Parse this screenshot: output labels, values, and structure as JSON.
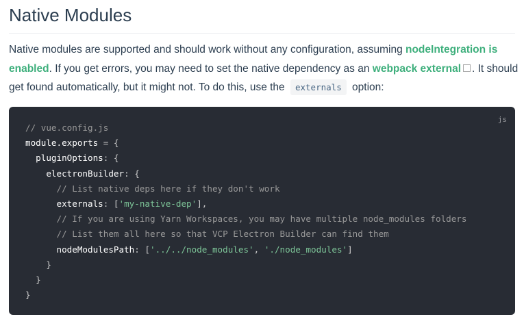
{
  "heading": "Native Modules",
  "paragraph": {
    "t1": "Native modules are supported and should work without any configuration, assuming ",
    "link1": "nodeIntegration is enabled",
    "t2": ". If you get errors, you may need to set the native dependency as an ",
    "link2": "webpack external",
    "t3": ". It should get found automatically, but it might not. To do this, use the ",
    "code": "externals",
    "t4": " option:"
  },
  "code_block": {
    "language": "js",
    "lines": [
      [
        [
          "c",
          "// vue.config.js"
        ]
      ],
      [
        [
          "k",
          "module.exports"
        ],
        [
          "p",
          " = {"
        ]
      ],
      [
        [
          "k",
          "  pluginOptions"
        ],
        [
          "p",
          ": {"
        ]
      ],
      [
        [
          "k",
          "    electronBuilder"
        ],
        [
          "p",
          ": {"
        ]
      ],
      [
        [
          "c",
          "      // List native deps here if they don't work"
        ]
      ],
      [
        [
          "k",
          "      externals"
        ],
        [
          "p",
          ": ["
        ],
        [
          "s",
          "'my-native-dep'"
        ],
        [
          "p",
          "],"
        ]
      ],
      [
        [
          "c",
          "      // If you are using Yarn Workspaces, you may have multiple node_modules folders"
        ]
      ],
      [
        [
          "c",
          "      // List them all here so that VCP Electron Builder can find them"
        ]
      ],
      [
        [
          "k",
          "      nodeModulesPath"
        ],
        [
          "p",
          ": ["
        ],
        [
          "s",
          "'../../node_modules'"
        ],
        [
          "p",
          ", "
        ],
        [
          "s",
          "'./node_modules'"
        ],
        [
          "p",
          "]"
        ]
      ],
      [
        [
          "p",
          "    }"
        ]
      ],
      [
        [
          "p",
          "  }"
        ]
      ],
      [
        [
          "p",
          "}"
        ]
      ]
    ]
  }
}
